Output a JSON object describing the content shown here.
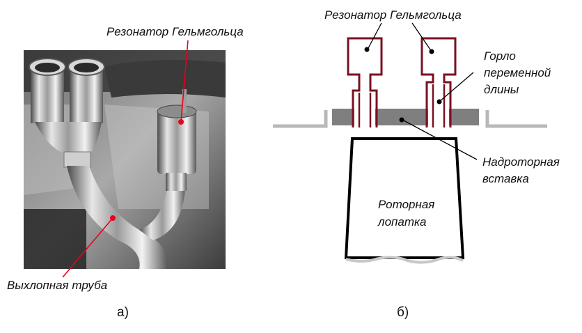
{
  "panel_a": {
    "label_resonator": "Резонатор Гельмгольца",
    "label_exhaust": "Выхлопная труба",
    "caption": "а)"
  },
  "panel_b": {
    "label_resonator": "Резонатор Гельмгольца",
    "label_throat_1": "Горло",
    "label_throat_2": "переменной",
    "label_throat_3": "длины",
    "label_insert_1": "Надроторная",
    "label_insert_2": "вставка",
    "label_blade_1": "Роторная",
    "label_blade_2": "лопатка",
    "caption": "б)"
  },
  "colors": {
    "resonator": "#7a1020",
    "insert": "#7f7f7f",
    "casing": "#b8b8b8",
    "pointer": "#e8001c"
  }
}
